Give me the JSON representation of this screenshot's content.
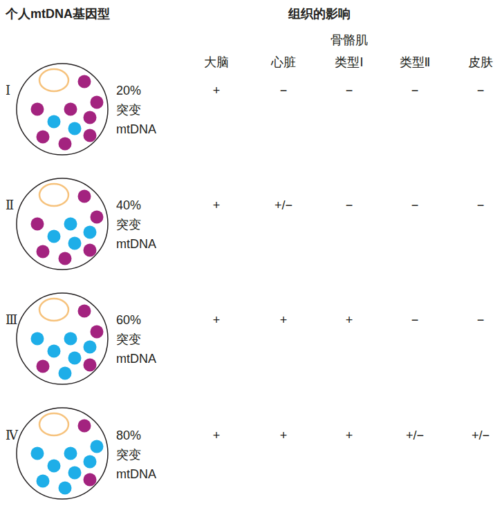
{
  "diagram": {
    "nodes": [
      {
        "text": [
          "Ⅰ",
          "20% 突变 mtDNA"
        ]
      },
      {
        "text": [
          "Ⅱ",
          "40% 突变 mtDNA"
        ]
      },
      {
        "text": [
          "Ⅲ",
          "60% 突变 mtDNA"
        ]
      },
      {
        "text": [
          "Ⅳ",
          "80% 突变 mtDNA"
        ]
      }
    ],
    "labels": [
      "个人mtDNA基因型",
      "组织的影响",
      "骨骼肌",
      "大脑",
      "心脏",
      "类型Ⅰ",
      "类型Ⅱ",
      "皮肤",
      "+",
      "−",
      "−",
      "−",
      "−",
      "+",
      "+/−",
      "−",
      "−",
      "−",
      "+",
      "+",
      "+",
      "−",
      "−",
      "+",
      "+",
      "+",
      "+/−",
      "+/−"
    ]
  }
}
